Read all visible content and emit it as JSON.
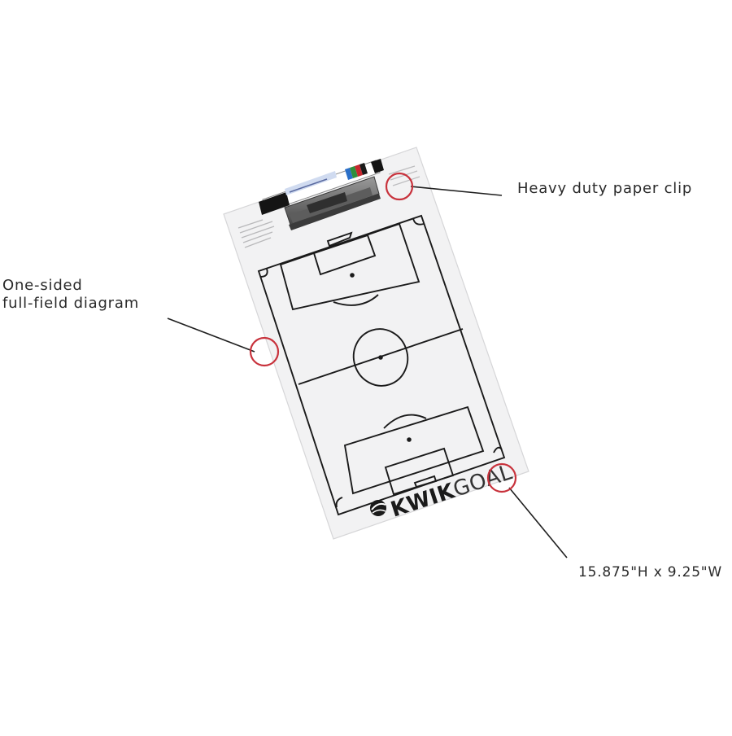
{
  "callouts": {
    "paper_clip": "Heavy duty paper clip",
    "diagram_line1": "One-sided",
    "diagram_line2": "full-field diagram",
    "dimensions": "15.875\"H x 9.25\"W"
  },
  "board": {
    "brand_bold": "KWIK",
    "brand_light": "GOAL"
  },
  "colors": {
    "highlight_circle": "#c8323c",
    "board": "#f2f2f3",
    "line": "#1a1a1a"
  }
}
